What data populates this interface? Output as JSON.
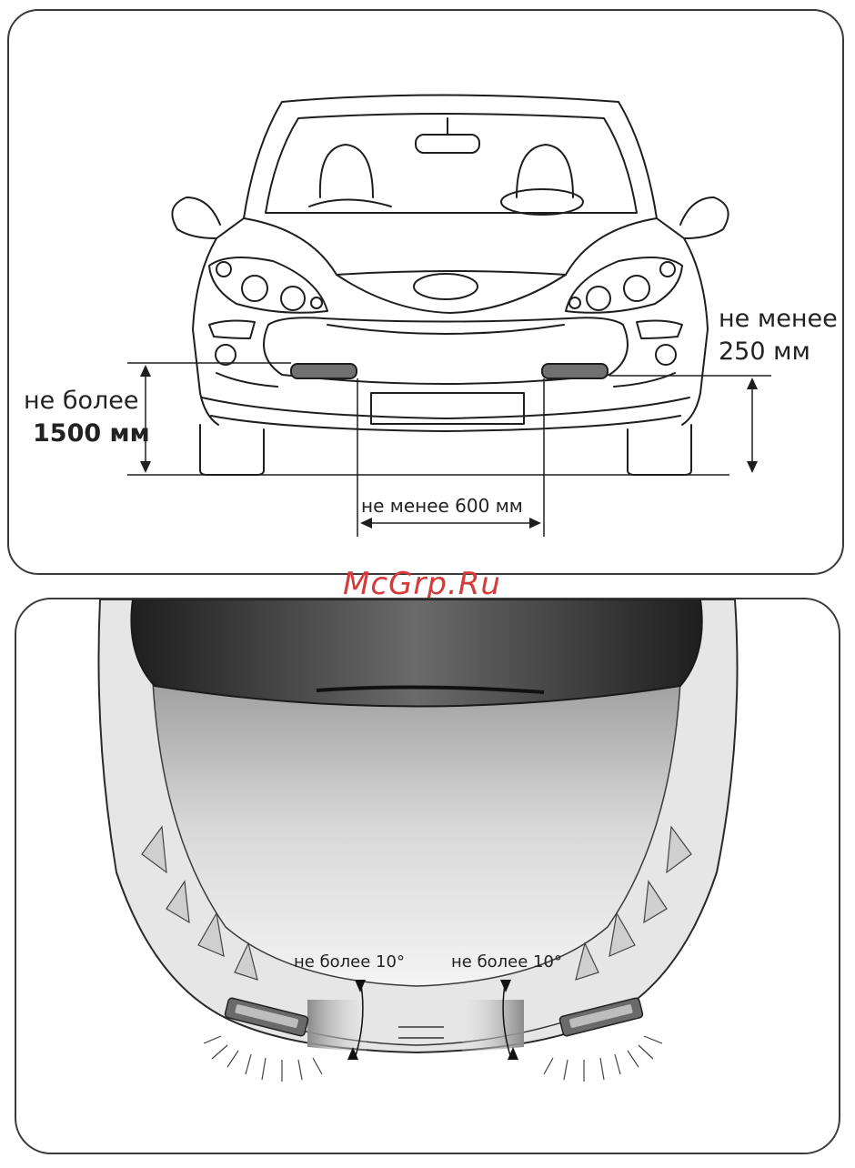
{
  "top": {
    "height_max_line1": "не более",
    "height_max_line2": "1500 мм",
    "height_min_line1": "не менее",
    "height_min_line2": "250 мм",
    "spacing_min": "не менее 600 мм"
  },
  "bottom": {
    "angle_left": "не более 10°",
    "angle_right": "не более 10°"
  },
  "watermark": "McGrp.Ru",
  "colors": {
    "lamp": "#707070",
    "watermark": "#d63a3a",
    "hood_dark": "#2a2a2a"
  }
}
